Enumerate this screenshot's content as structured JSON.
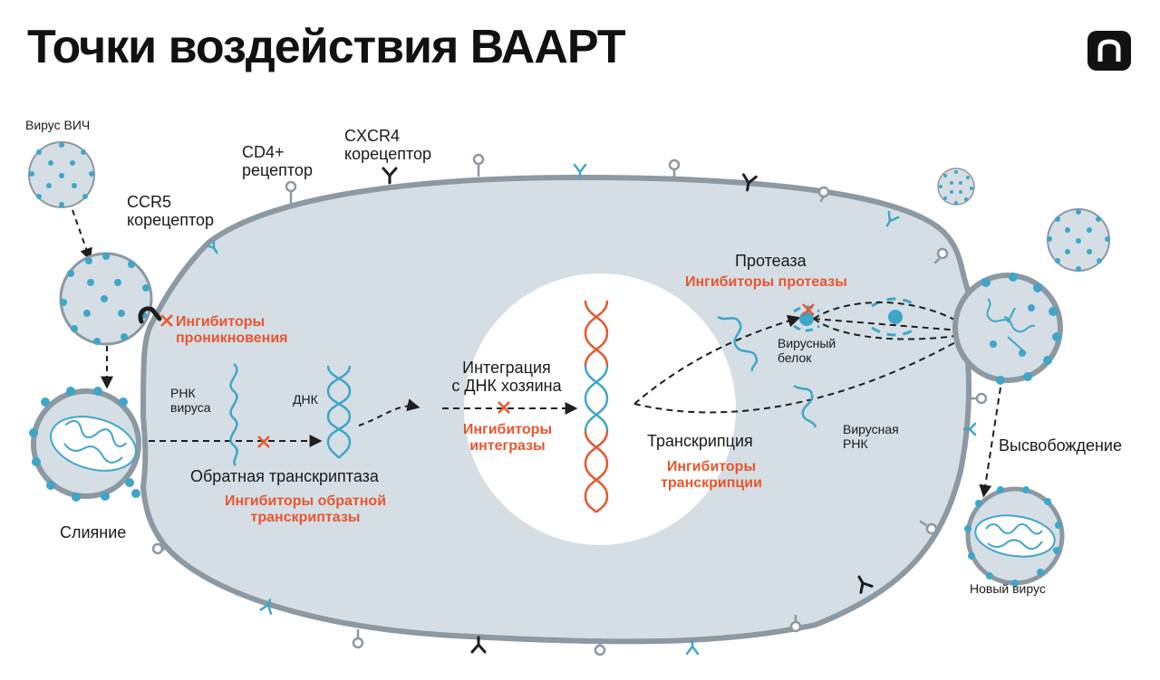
{
  "title": "Точки воздействия ВААРТ",
  "colors": {
    "cell_fill": "#d5dee5",
    "cell_stroke": "#8c98a2",
    "dot": "#3fa6c8",
    "accent": "#e8562f",
    "dark": "#1e1e1e"
  },
  "icons": {
    "logo": "brand-logo-icon",
    "inhibit": "inhibition-x-icon"
  },
  "labels": {
    "hiv_virus": "Вирус ВИЧ",
    "ccr5": [
      "CCR5",
      "корецептор"
    ],
    "cd4": [
      "CD4+",
      "рецептор"
    ],
    "cxcr4": [
      "CXCR4",
      "корецептор"
    ],
    "fusion": "Слияние",
    "entry_inhibitors": [
      "Ингибиторы",
      "проникновения"
    ],
    "viral_rna": [
      "РНК",
      "вируса"
    ],
    "dna": "ДНК",
    "reverse_transcriptase": "Обратная транскриптаза",
    "rt_inhibitors": [
      "Ингибиторы обратной",
      "транскриптазы"
    ],
    "integration": [
      "Интеграция",
      "с ДНК хозяина"
    ],
    "integrase_inhibitors": [
      "Ингибиторы",
      "интегразы"
    ],
    "transcription": "Транскрипция",
    "transcription_inhibitors": [
      "Ингибиторы",
      "транскрипции"
    ],
    "protease": "Протеаза",
    "protease_inhibitors": "Ингибиторы протеазы",
    "viral_protein": [
      "Вирусный",
      "белок"
    ],
    "viral_rna_cyto": [
      "Вирусная",
      "РНК"
    ],
    "release": "Высвобождение",
    "new_virus": "Новый вирус"
  }
}
